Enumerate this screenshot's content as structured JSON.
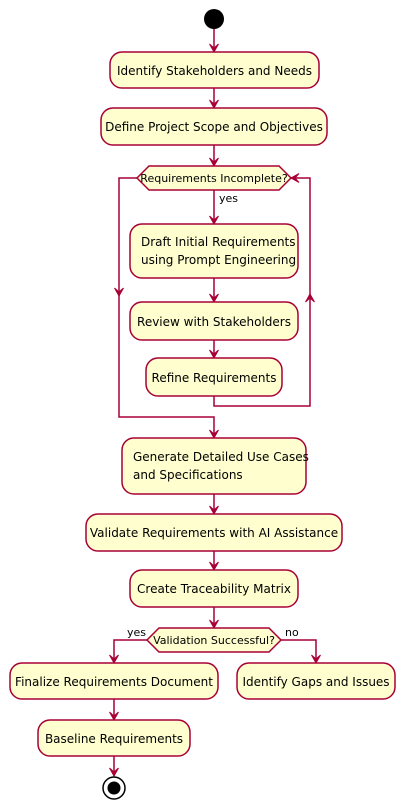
{
  "nodes": {
    "identify": "Identify Stakeholders and Needs",
    "define": "Define Project Scope and Objectives",
    "draft_l1": "Draft Initial Requirements",
    "draft_l2": "using Prompt Engineering",
    "review": "Review with Stakeholders",
    "refine": "Refine Requirements",
    "generate_l1": "Generate Detailed Use Cases",
    "generate_l2": "and Specifications",
    "validate": "Validate Requirements with AI Assistance",
    "traceability": "Create Traceability Matrix",
    "finalize": "Finalize Requirements Document",
    "gaps": "Identify Gaps and Issues",
    "baseline": "Baseline Requirements"
  },
  "decisions": {
    "incomplete": "Requirements Incomplete?",
    "successful": "Validation Successful?"
  },
  "edge_labels": {
    "loop_yes": "yes",
    "branch_yes": "yes",
    "branch_no": "no"
  },
  "colors": {
    "node_fill": "#fefece",
    "stroke": "#a80036"
  }
}
